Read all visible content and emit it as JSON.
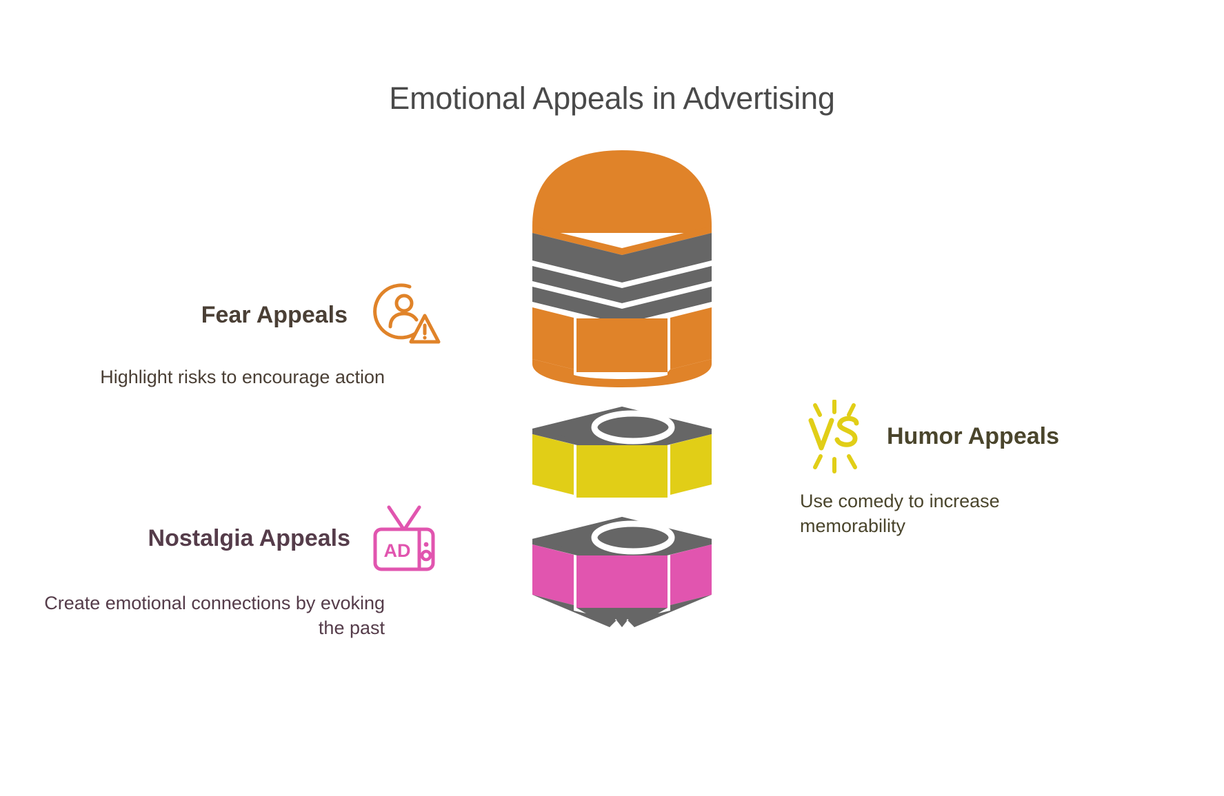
{
  "title": "Emotional Appeals in Advertising",
  "colors": {
    "orange": "#E08329",
    "yellow": "#E1CE17",
    "pink": "#E155AF",
    "gray": "#666666",
    "title_text": "#4a4a4a",
    "fear_text": "#4a3f35",
    "nostalgia_text": "#553c4a",
    "humor_text": "#4a452c",
    "background": "#ffffff"
  },
  "blocks": {
    "fear": {
      "heading": "Fear Appeals",
      "description": "Highlight risks to encourage action",
      "icon": "person-warning-icon",
      "accent": "#E08329"
    },
    "nostalgia": {
      "heading": "Nostalgia Appeals",
      "description": "Create emotional connections by evoking the past",
      "icon": "retro-tv-ad-icon",
      "icon_label": "AD",
      "accent": "#E155AF"
    },
    "humor": {
      "heading": "Humor Appeals",
      "description": "Use comedy to increase memorability",
      "icon": "versus-starburst-icon",
      "icon_label": "VS",
      "accent": "#E1CE17"
    }
  },
  "chart_data": {
    "type": "diagram",
    "title": "Emotional Appeals in Advertising",
    "shape": "stacked-hexagonal-pencil",
    "segments": [
      {
        "name": "Fear Appeals",
        "color": "#E08329",
        "position": "top",
        "label_side": "left"
      },
      {
        "name": "Humor Appeals",
        "color": "#E1CE17",
        "position": "middle",
        "label_side": "right"
      },
      {
        "name": "Nostalgia Appeals",
        "color": "#E155AF",
        "position": "bottom",
        "label_side": "left"
      }
    ],
    "tip": {
      "color": "#666666",
      "shape": "cone"
    },
    "legend_position": "sides",
    "grid": false
  }
}
